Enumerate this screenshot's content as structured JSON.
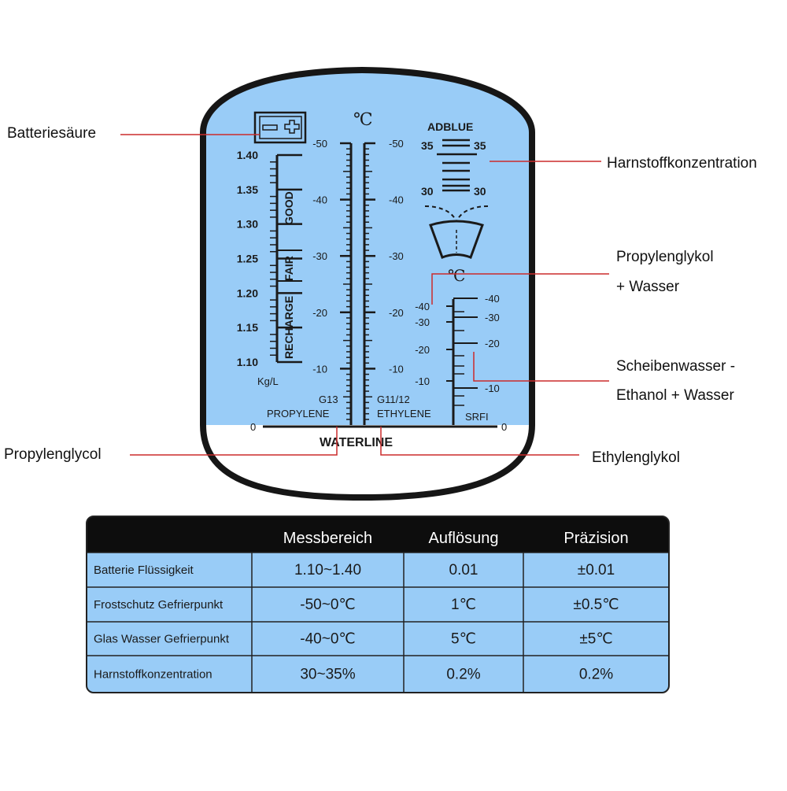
{
  "colors": {
    "lens_fill": "#99ccf7",
    "lens_border": "#161616",
    "callout_line": "#cc2b2b",
    "table_header": "#0d0d0d",
    "table_cell": "#99ccf7",
    "table_border": "#222222",
    "scale_ink": "#1a1a1a"
  },
  "callouts": {
    "batteriesaeure": "Batteriesäure",
    "harnstoffkonzentration": "Harnstoffkonzentration",
    "propylenglykol_line1": "Propylenglykol",
    "propylenglykol_line2": "+ Wasser",
    "scheibenwasser_line1": "Scheibenwasser -",
    "scheibenwasser_line2": "Ethanol + Wasser",
    "propylenglycol": "Propylenglycol",
    "ethylenglykol": "Ethylenglykol"
  },
  "reticle": {
    "battery_icon": "battery-icon",
    "battery_scale": {
      "values": [
        "1.40",
        "1.35",
        "1.30",
        "1.25",
        "1.20",
        "1.15",
        "1.10"
      ],
      "unit": "Kg/L",
      "zone_good": "GOOD",
      "zone_fair": "FAIR",
      "zone_recharge": "RECHARGE"
    },
    "freeze_unit": "℃",
    "propylene_scale": {
      "values": [
        "-50",
        "-40",
        "-30",
        "-20",
        "-10"
      ],
      "code": "G13",
      "name": "PROPYLENE"
    },
    "ethylene_scale": {
      "values": [
        "-50",
        "-40",
        "-30",
        "-20",
        "-10"
      ],
      "code": "G11/12",
      "name": "ETHYLENE"
    },
    "adblue": {
      "title": "ADBLUE",
      "top_left": "35",
      "top_right": "35",
      "bottom_left": "30",
      "bottom_right": "30"
    },
    "srfi_scale": {
      "unit": "℃",
      "left_values": [
        "-40",
        "-30",
        "-20",
        "-10"
      ],
      "right_values": [
        "-40",
        "-30",
        "-20",
        "-10"
      ],
      "name": "SRFI"
    },
    "zero_left": "0",
    "zero_right": "0",
    "waterline": "WATERLINE"
  },
  "table": {
    "headers": [
      "",
      "Messbereich",
      "Auflösung",
      "Präzision"
    ],
    "rows": [
      [
        "Batterie Flüssigkeit",
        "1.10~1.40",
        "0.01",
        "±0.01"
      ],
      [
        "Frostschutz Gefrierpunkt",
        "-50~0℃",
        "1℃",
        "±0.5℃"
      ],
      [
        "Glas Wasser Gefrierpunkt",
        "-40~0℃",
        "5℃",
        "±5℃"
      ],
      [
        "Harnstoffkonzentration",
        "30~35%",
        "0.2%",
        "0.2%"
      ]
    ]
  }
}
